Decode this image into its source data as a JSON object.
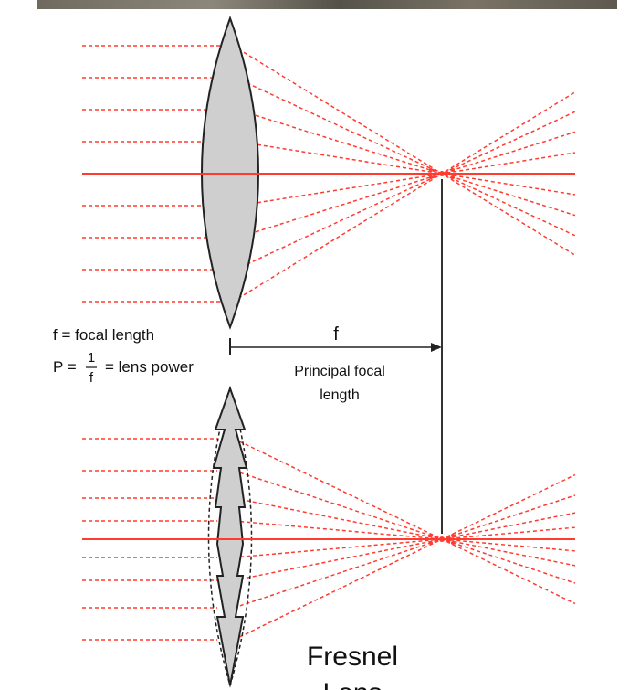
{
  "colors": {
    "ray": "#ff3b30",
    "lens_fill": "#cfcfcf",
    "outline": "#222222",
    "background": "#ffffff"
  },
  "labels": {
    "focal_length_def": "f = focal length",
    "power_lhs": "P =",
    "power_num": "1",
    "power_den": "f",
    "power_rhs": "= lens power",
    "f_arrow": "f",
    "principal_line1": "Principal focal",
    "principal_line2": "length",
    "fresnel_line1": "Fresnel",
    "fresnel_line2": "Lens"
  },
  "diagrams": [
    {
      "name": "convex-lens",
      "ray_count": 9
    },
    {
      "name": "fresnel-lens",
      "ray_count": 9
    }
  ]
}
